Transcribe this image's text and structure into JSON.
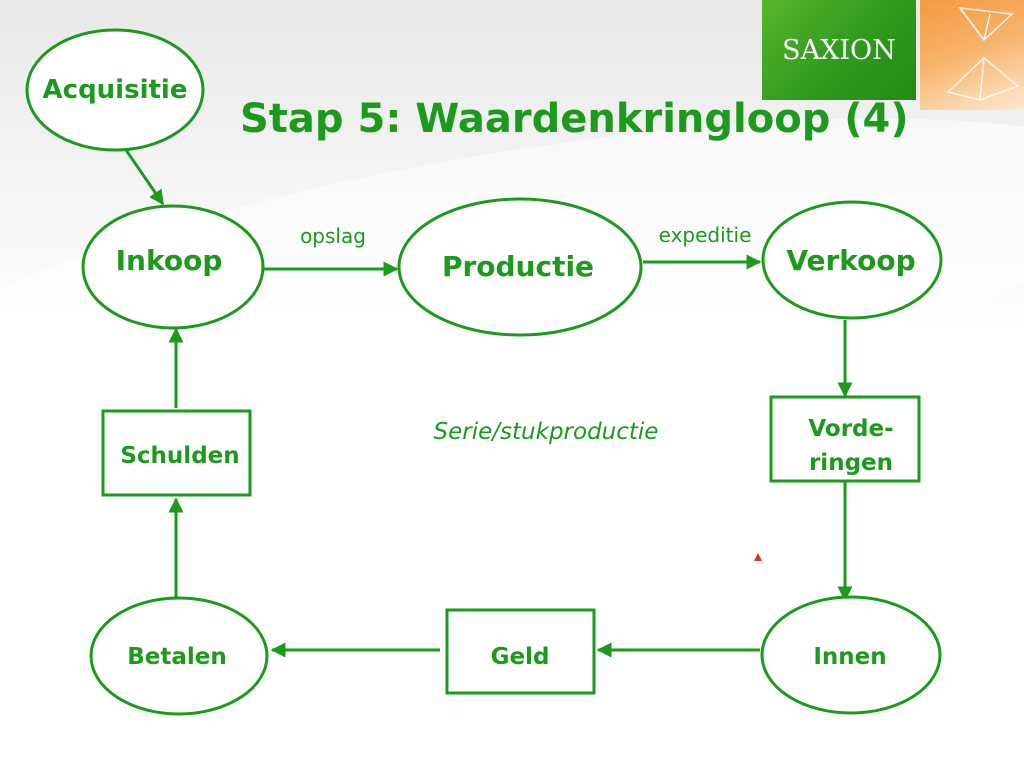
{
  "slide": {
    "title": "Stap 5: Waardenkringloop (4)",
    "logo_text": "SAXION",
    "note": "Serie/stukproductie"
  },
  "colors": {
    "diagram_green": "#1c9a1c",
    "logo_green": "#2f9a1e",
    "logo_orange": "#f59a3e",
    "marker_red": "#e0301e"
  },
  "nodes": {
    "acquisitie": "Acquisitie",
    "inkoop": "Inkoop",
    "productie": "Productie",
    "verkoop": "Verkoop",
    "vorderingen_line1": "Vorde-",
    "vorderingen_line2": "ringen",
    "innen": "Innen",
    "geld": "Geld",
    "betalen": "Betalen",
    "schulden": "Schulden"
  },
  "edges": {
    "opslag": "opslag",
    "expeditie": "expeditie"
  }
}
